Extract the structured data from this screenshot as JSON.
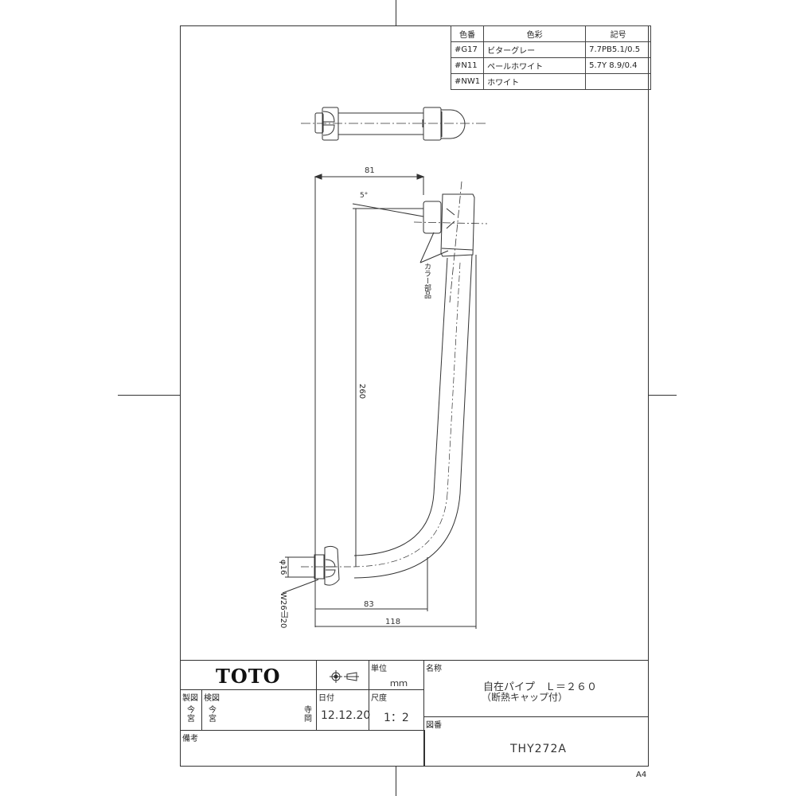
{
  "color_table": {
    "headers": [
      "色番",
      "色彩",
      "記号"
    ],
    "rows": [
      {
        "code": "#G17",
        "name": "ビターグレー",
        "munsell": "7.7PB5.1/0.5"
      },
      {
        "code": "#N11",
        "name": "ペールホワイト",
        "munsell": "5.7Y 8.9/0.4"
      },
      {
        "code": "#NW1",
        "name": "ホワイト",
        "munsell": ""
      }
    ]
  },
  "drawing": {
    "dimensions": {
      "top_width": "81",
      "angle": "5°",
      "height": "260",
      "inner_width": "83",
      "total_width": "118",
      "diameter": "φ16",
      "thread": "W26山20"
    },
    "annotation": "カラー部品"
  },
  "title_block": {
    "logo": "TOTO",
    "projection_symbol": "third-angle-projection-icon",
    "unit_label": "単位",
    "unit_value": "ｍｍ",
    "drawn_label": "製図",
    "drawn_by": "今宮",
    "checked_label": "検図",
    "checked_by_1": "今宮",
    "checked_by_2": "寺岡",
    "date_label": "日付",
    "date_value": "12.12.20",
    "scale_label": "尺度",
    "scale_value": "1：2",
    "remarks_label": "備考",
    "name_label": "名称",
    "name_line1": "自在パイプ　Ｌ＝２６０",
    "name_line2": "（断熱キャップ付）",
    "drawing_no_label": "図番",
    "drawing_no": "THY272A"
  },
  "paper_size": "A4"
}
